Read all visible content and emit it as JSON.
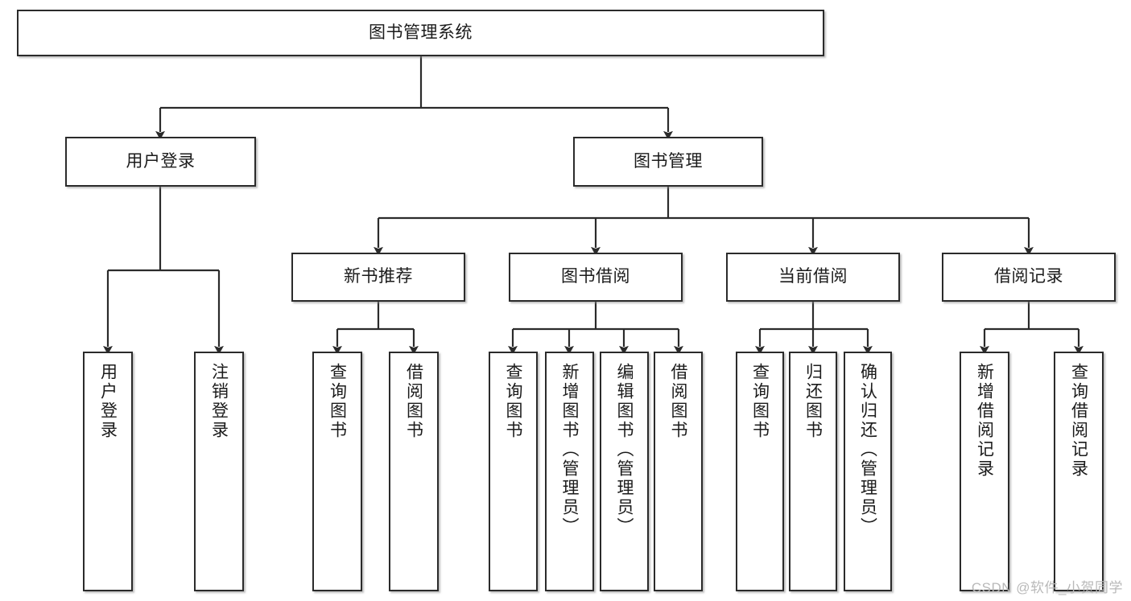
{
  "diagram": {
    "type": "tree",
    "title": "图书管理系统",
    "root": {
      "label": "图书管理系统"
    },
    "level2": [
      {
        "label": "用户登录"
      },
      {
        "label": "图书管理"
      }
    ],
    "level3": [
      {
        "label": "新书推荐"
      },
      {
        "label": "图书借阅"
      },
      {
        "label": "当前借阅"
      },
      {
        "label": "借阅记录"
      }
    ],
    "leaves": {
      "user_login": [
        {
          "label": "用户登录"
        },
        {
          "label": "注销登录"
        }
      ],
      "new_book": [
        {
          "label": "查询图书"
        },
        {
          "label": "借阅图书"
        }
      ],
      "book_borrow": [
        {
          "label": "查询图书"
        },
        {
          "label": "新增图书（管理员）"
        },
        {
          "label": "编辑图书（管理员）"
        },
        {
          "label": "借阅图书"
        }
      ],
      "current_borrow": [
        {
          "label": "查询图书"
        },
        {
          "label": "归还图书"
        },
        {
          "label": "确认归还（管理员）"
        }
      ],
      "borrow_record": [
        {
          "label": "新增借阅记录"
        },
        {
          "label": "查询借阅记录"
        }
      ]
    }
  },
  "watermark": {
    "text": "CSDN @软件_小贺同学"
  },
  "colors": {
    "stroke": "#2b2b2b",
    "text": "#1b1b1b",
    "background": "#ffffff",
    "watermark": "#b9b9b9"
  }
}
